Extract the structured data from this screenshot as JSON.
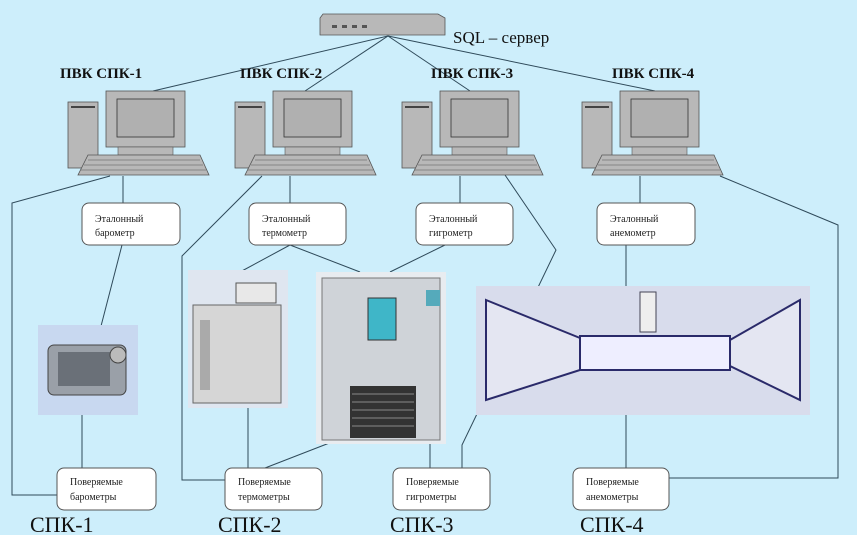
{
  "server": {
    "label": "SQL – сервер"
  },
  "stations": [
    {
      "pc_label": "ПВК СПК-1",
      "ref_line1": "Эталонный",
      "ref_line2": "барометр",
      "dut_line1": "Поверяемые",
      "dut_line2": "барометры",
      "name": "СПК-1"
    },
    {
      "pc_label": "ПВК СПК-2",
      "ref_line1": "Эталонный",
      "ref_line2": "термометр",
      "dut_line1": "Поверяемые",
      "dut_line2": "термометры",
      "name": "СПК-2"
    },
    {
      "pc_label": "ПВК СПК-3",
      "ref_line1": "Эталонный",
      "ref_line2": "гигрометр",
      "dut_line1": "Поверяемые",
      "dut_line2": "гигрометры",
      "name": "СПК-3"
    },
    {
      "pc_label": "ПВК СПК-4",
      "ref_line1": "Эталонный",
      "ref_line2": "анемометр",
      "dut_line1": "Поверяемые",
      "dut_line2": "анемометры",
      "name": "СПК-4"
    }
  ],
  "colors": {
    "background": "#cdeefb",
    "device": "#b8b8b8",
    "line": "#2f4a5a"
  }
}
